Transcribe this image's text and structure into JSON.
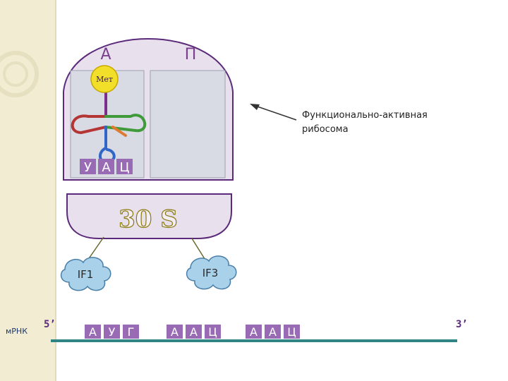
{
  "ribosome": {
    "site_a_label": "А",
    "site_p_label": "П",
    "subunit_label": "30 S",
    "callout_line1": "Функционально-активная",
    "callout_line2": "рибосома"
  },
  "trna": {
    "amino_acid": "Мет",
    "anticodon": [
      "У",
      "А",
      "Ц"
    ]
  },
  "factors": {
    "if1": "IF1",
    "if3": "IF3"
  },
  "mrna": {
    "label": "мРНК",
    "five_prime": "5’",
    "three_prime": "3’",
    "codons": [
      [
        "А",
        "У",
        "Г"
      ],
      [
        "А",
        "А",
        "Ц"
      ],
      [
        "А",
        "А",
        "Ц"
      ]
    ]
  },
  "colors": {
    "background_stripe": "#f1ecd2",
    "ribosome_fill": "#e9e0ee",
    "ribosome_stroke": "#5b2a7a",
    "site_fill": "#d8dbe4",
    "letter_tile": "#9a6bb5",
    "mrna_strand": "#2f8585",
    "cloud_fill": "#a9d2ea",
    "met_fill": "#f2df2a"
  }
}
